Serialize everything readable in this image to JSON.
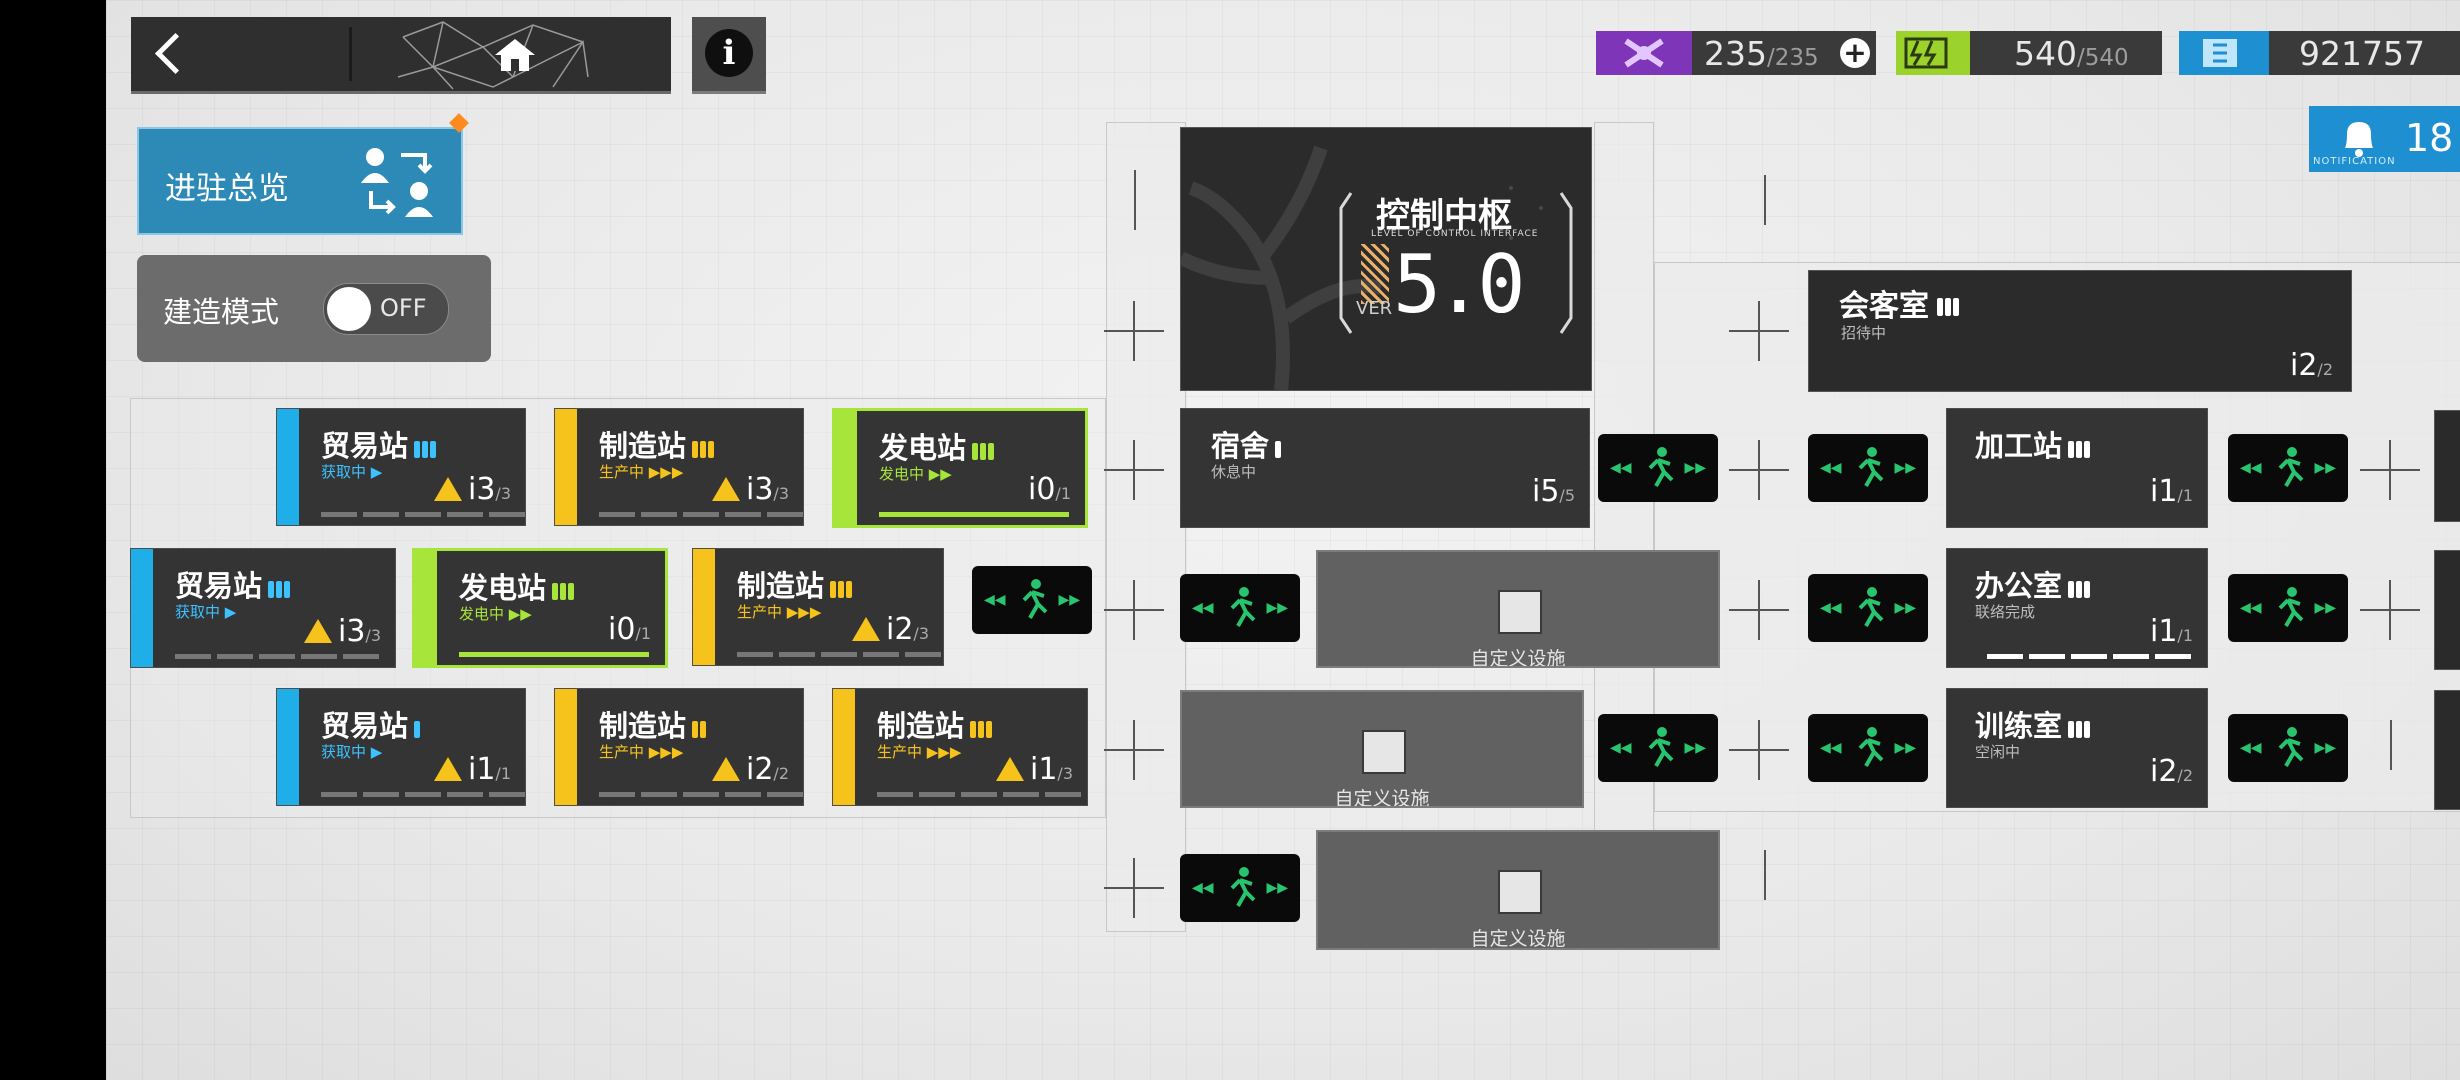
{
  "nav": {
    "info_glyph": "i"
  },
  "overview": {
    "label": "进驻总览"
  },
  "build_mode": {
    "label": "建造模式",
    "toggle": "OFF"
  },
  "resources": {
    "drones": {
      "value": "235",
      "max": "/235",
      "plus": "+"
    },
    "power": {
      "value": "540",
      "max": "/540"
    },
    "lmd": {
      "value": "921757"
    }
  },
  "notification": {
    "count": "18",
    "label": "NOTIFICATION"
  },
  "control_center": {
    "name": "控制中枢",
    "subtitle": "LEVEL OF CONTROL INTERFACE",
    "version": "5.0",
    "ver_label": "VER"
  },
  "reception": {
    "name": "会客室",
    "status": "招待中",
    "count": "2",
    "max": "/2"
  },
  "rooms": [
    {
      "name": "贸易站",
      "status": "获取中 ▶",
      "count": "3",
      "max": "/3",
      "warn": true
    },
    {
      "name": "制造站",
      "status": "生产中 ▶▶▶",
      "count": "3",
      "max": "/3",
      "warn": true
    },
    {
      "name": "发电站",
      "status": "发电中 ▶▶",
      "count": "0",
      "max": "/1",
      "warn": false
    },
    {
      "name": "贸易站",
      "status": "获取中 ▶",
      "count": "3",
      "max": "/3",
      "warn": true
    },
    {
      "name": "发电站",
      "status": "发电中 ▶▶",
      "count": "0",
      "max": "/1",
      "warn": false
    },
    {
      "name": "制造站",
      "status": "生产中 ▶▶▶",
      "count": "2",
      "max": "/3",
      "warn": true
    },
    {
      "name": "贸易站",
      "status": "获取中 ▶",
      "count": "1",
      "max": "/1",
      "warn": true
    },
    {
      "name": "制造站",
      "status": "生产中 ▶▶▶",
      "count": "2",
      "max": "/2",
      "warn": true
    },
    {
      "name": "制造站",
      "status": "生产中 ▶▶▶",
      "count": "1",
      "max": "/3",
      "warn": true
    },
    {
      "name": "宿舍",
      "status": "休息中",
      "count": "5",
      "max": "/5",
      "warn": false
    },
    {
      "name": "加工站",
      "status": "",
      "count": "1",
      "max": "/1",
      "warn": false
    },
    {
      "name": "办公室",
      "status": "联络完成",
      "count": "1",
      "max": "/1",
      "warn": false
    },
    {
      "name": "训练室",
      "status": "空闲中",
      "count": "2",
      "max": "/2",
      "warn": false
    }
  ],
  "custom_facility": {
    "label": "自定义设施"
  },
  "colors": {
    "trade": "#20aee8",
    "manufacture": "#f6c31c",
    "power": "#a7e53a",
    "notification": "#1e8fd1",
    "overview": "#2d8ab7"
  },
  "icons": [
    "back-arrow-icon",
    "home-icon",
    "info-icon",
    "swap-users-icon",
    "drone-icon",
    "power-cell-icon",
    "lmd-icon",
    "bell-icon",
    "warning-icon",
    "hammer-wrench-icon",
    "runner-exit-icon"
  ]
}
